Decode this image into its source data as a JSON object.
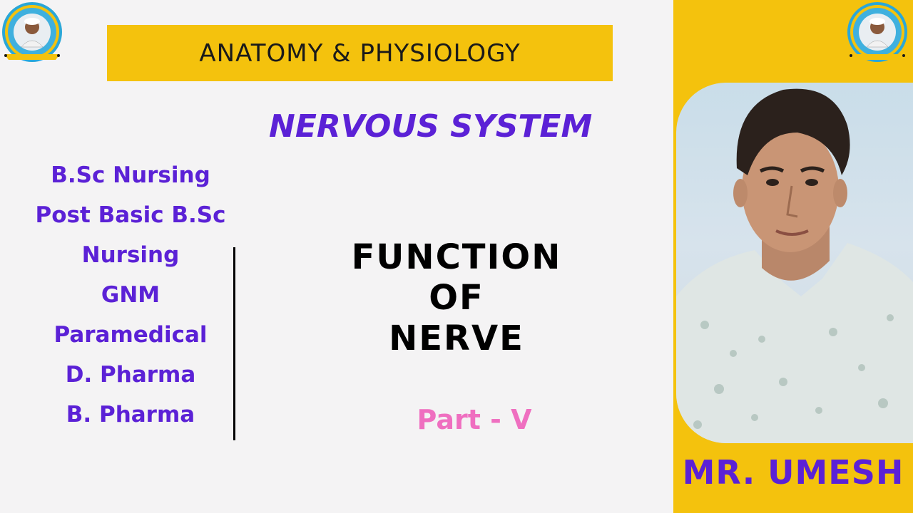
{
  "banner": {
    "title": "ANATOMY & PHYSIOLOGY"
  },
  "subject": {
    "title": "NERVOUS SYSTEM"
  },
  "courses": [
    "B.Sc Nursing",
    "Post Basic B.Sc",
    "Nursing",
    "GNM",
    "Paramedical",
    "D. Pharma",
    "B. Pharma"
  ],
  "topic": {
    "line1": "FUNCTION",
    "line2": "OF",
    "line3": "NERVE"
  },
  "part": {
    "label": "Part - V"
  },
  "presenter": {
    "name": "MR. UMESH"
  },
  "colors": {
    "accent_yellow": "#f4c20d",
    "purple": "#5b21d6",
    "pink": "#ef6fc0",
    "background": "#f4f3f4"
  },
  "icons": {
    "logo": "kr-education-hub-logo-icon",
    "photo": "presenter-photo"
  }
}
